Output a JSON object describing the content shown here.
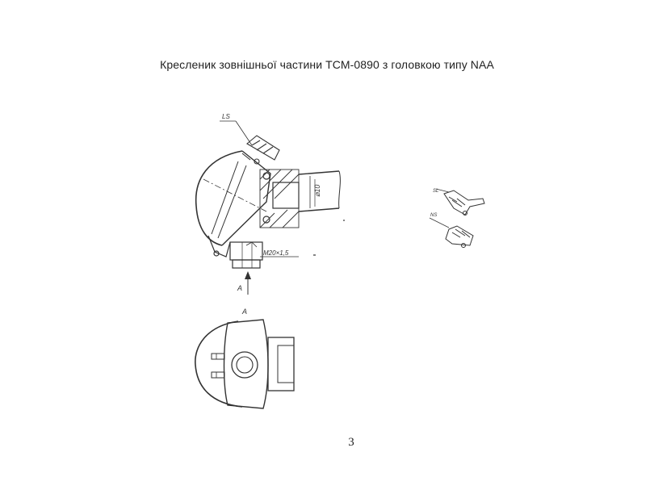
{
  "document": {
    "title": "Кресленик зовнішньої частини  ТСМ-0890 з головкою типу NAA",
    "page_number": "3"
  },
  "drawing": {
    "labels": {
      "callout_top": "LS",
      "diameter": "⌀10",
      "thread": "M20×1,5",
      "view_arrow": "A",
      "view_title": "A",
      "detail_one": "SL",
      "detail_two": "NS"
    }
  }
}
